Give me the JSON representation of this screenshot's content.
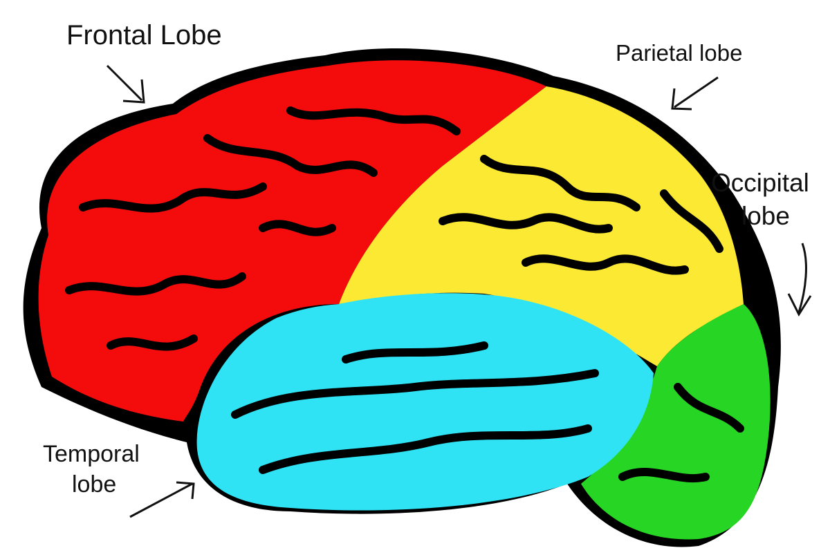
{
  "labels": {
    "frontal": "Frontal Lobe",
    "parietal": "Parietal lobe",
    "occipital_line1": "Occipital",
    "occipital_line2": "lobe",
    "temporal_line1": "Temporal",
    "temporal_line2": "lobe"
  },
  "colors": {
    "frontal": "#f40c0c",
    "parietal": "#fbe934",
    "temporal": "#2fe3f4",
    "occipital": "#27d524",
    "outline": "#000000"
  }
}
